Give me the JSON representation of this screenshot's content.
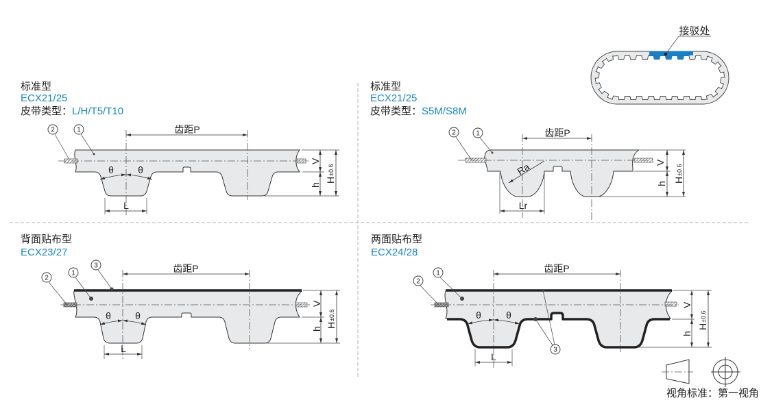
{
  "panels": {
    "standard_trapezoid": {
      "type_name": "标准型",
      "code": "ECX21/25",
      "belt_type_label": "皮带类型：",
      "belt_types": "L/H/T5/T10"
    },
    "standard_round": {
      "type_name": "标准型",
      "code": "ECX21/25",
      "belt_type_label": "皮带类型：",
      "belt_types": "S5M/S8M"
    },
    "back_fabric": {
      "type_name": "背面贴布型",
      "code": "ECX23/27"
    },
    "double_fabric": {
      "type_name": "两面贴布型",
      "code": "ECX24/28"
    }
  },
  "dimensions": {
    "pitch": "齿距P",
    "theta": "θ",
    "tooth_width": "L",
    "tooth_width_round": "Lr",
    "tooth_radius": "Ra",
    "land_thickness": "V",
    "tooth_height": "h",
    "total_height": "H",
    "total_height_tolerance": "±0.6"
  },
  "callouts": {
    "body": "1",
    "cord": "2",
    "fabric": "3"
  },
  "joint_diagram": {
    "label": "接驳处"
  },
  "view_standard": {
    "label": "视角标准：第一视角"
  },
  "colors": {
    "accent": "#1a86c8",
    "joint": "#1a7fc4",
    "belt_fill": "#e8e9eb",
    "line": "#333333",
    "fabric": "#222222"
  }
}
